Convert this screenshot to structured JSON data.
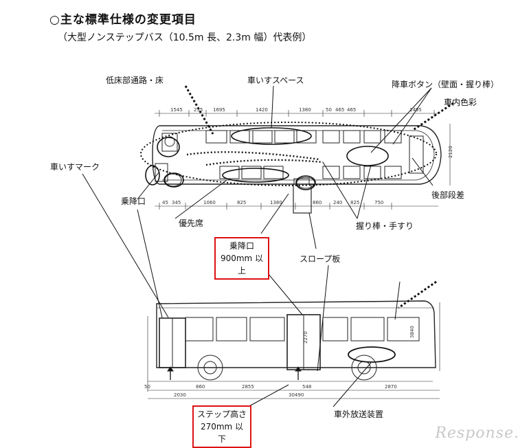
{
  "heading": {
    "title": "○主な標準仕様の変更項目",
    "subtitle": "（大型ノンステップバス（10.5m 長、2.3m 幅）代表例）"
  },
  "callouts": {
    "floor": "低床部通路・床",
    "wheelchair_space": "車いすスペース",
    "stop_button": "降車ボタン（壁面・握り棒）",
    "interior_color": "車内色彩",
    "wheelchair_mark": "車いすマーク",
    "entrance": "乗降口",
    "priority_seat": "優先席",
    "rear_step": "後部段差",
    "handrail": "握り棒・手すり",
    "slope_board": "スロープ板",
    "external_speaker": "車外放送装置"
  },
  "boxes": {
    "door_line1": "乗降口",
    "door_line2": "900mm 以上",
    "step_line1": "ステップ高さ",
    "step_line2": "270mm 以下"
  },
  "dimensions": {
    "plan_top": [
      "1545",
      "255",
      "1695",
      "1420",
      "1380",
      "50",
      "465",
      "465",
      "1495"
    ],
    "plan_bottom": [
      "45",
      "345",
      "1060",
      "825",
      "1380",
      "860",
      "240",
      "825",
      "750"
    ],
    "plan_width": "2120",
    "side_upper": [
      "2270",
      "3840"
    ],
    "side_lower": [
      "860",
      "2855",
      "548",
      "2030",
      "2870",
      "30490",
      "50"
    ]
  },
  "watermark": "Response."
}
